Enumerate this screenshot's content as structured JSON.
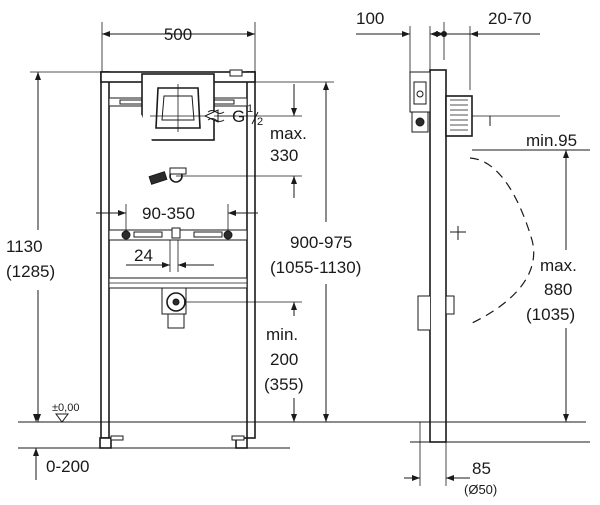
{
  "front_view": {
    "width_label": "500",
    "height_label": "1130",
    "height_alt_label": "(1285)",
    "connection_label": "G",
    "connection_sup": "1",
    "connection_sub": "2",
    "supply_max_label": "max.",
    "supply_max_value": "330",
    "bracket_range_label": "90-350",
    "offset_label": "24",
    "total_height_label": "900-975",
    "total_height_alt_label": "(1055-1130)",
    "drain_min_label": "min.",
    "drain_min_value": "200",
    "drain_min_alt": "(355)",
    "floor_level_label": "±0,00",
    "foot_range_label": "0-200"
  },
  "side_view": {
    "depth_label": "100",
    "wall_gap_label": "20-70",
    "min_clearance_label": "min.95",
    "max_height_label": "max.",
    "max_height_value": "880",
    "max_height_alt": "(1035)",
    "outlet_label": "85",
    "outlet_diameter_label": "(Ø50)"
  }
}
